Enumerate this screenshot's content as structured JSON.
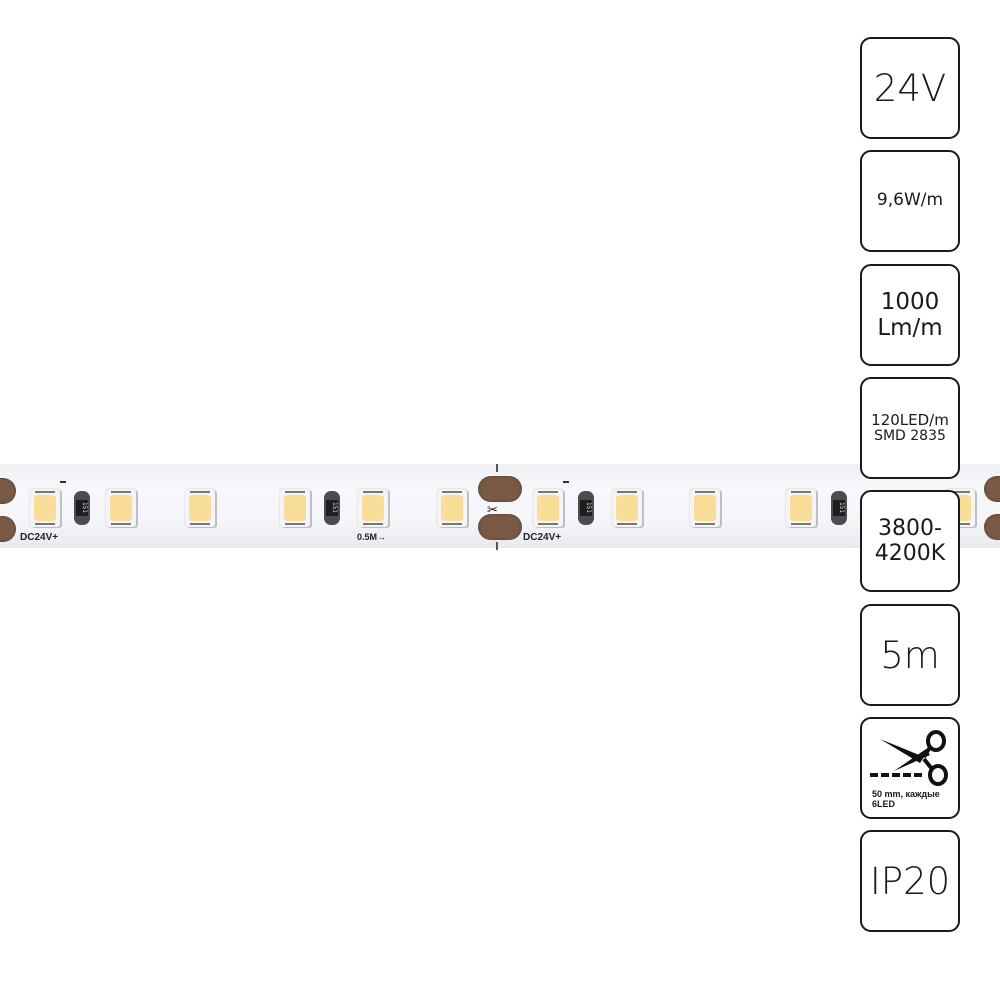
{
  "strip": {
    "color": "#f4f5f8",
    "led_color": "#f9dc98",
    "pad_color": "#7a5a45",
    "labels": {
      "polarity_minus": "–",
      "voltage_label_1": "DC24V+",
      "voltage_label_2": "DC24V+",
      "segment_label": "0.5M→",
      "resistor_code": "151"
    }
  },
  "specs": [
    {
      "id": "voltage",
      "lines": [
        "24V"
      ]
    },
    {
      "id": "power",
      "lines": [
        "9,6W/m"
      ]
    },
    {
      "id": "luminous-flux",
      "lines": [
        "1000",
        "Lm/m"
      ]
    },
    {
      "id": "led-density",
      "lines": [
        "120LED/m",
        "SMD 2835"
      ]
    },
    {
      "id": "color-temperature",
      "lines": [
        "3800-",
        "4200K"
      ]
    },
    {
      "id": "length",
      "lines": [
        "5m"
      ]
    },
    {
      "id": "cut-interval",
      "icon": "scissors-cut-icon",
      "lines": [
        "50 mm, каждые",
        "6LED"
      ]
    },
    {
      "id": "ip-rating",
      "lines": [
        "IP20"
      ]
    }
  ]
}
